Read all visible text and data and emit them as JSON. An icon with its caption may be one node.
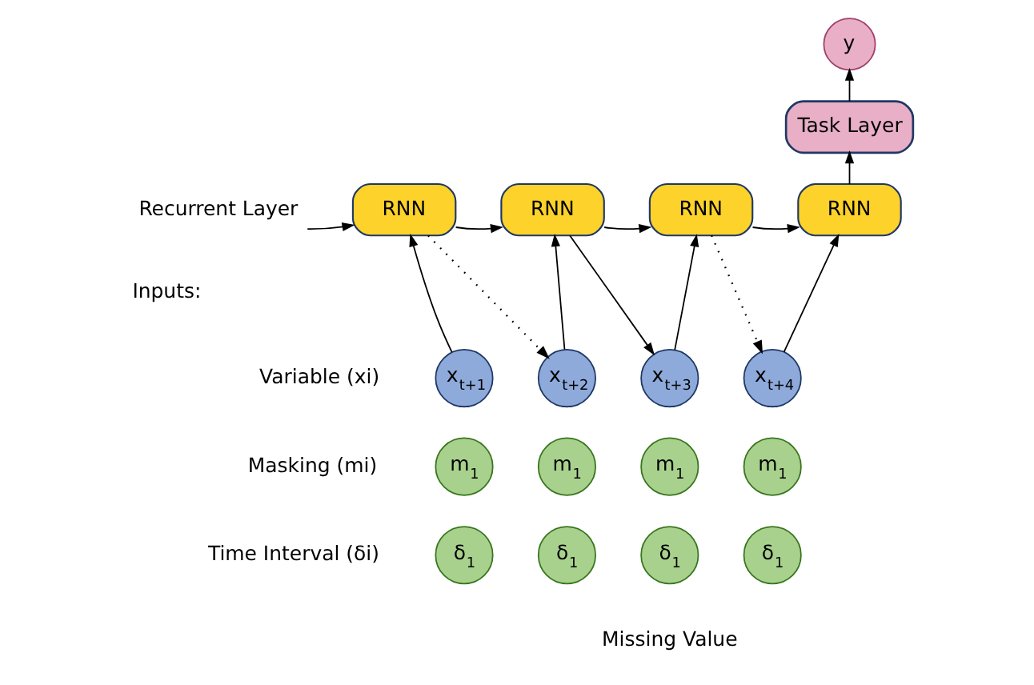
{
  "diagram": {
    "nodes": [
      {
        "text": [
          "y"
        ]
      },
      {
        "text": [
          "Task Layer"
        ]
      },
      {
        "text": [
          "Recurrent Layer"
        ]
      },
      {
        "text": [
          "RNN"
        ]
      },
      {
        "text": [
          "RNN"
        ]
      },
      {
        "text": [
          "RNN"
        ]
      },
      {
        "text": [
          "RNN"
        ]
      },
      {
        "text": [
          "x$_{t+1}$"
        ]
      },
      {
        "text": [
          "x$_{t+2}$"
        ]
      },
      {
        "text": [
          "x$_{t+3}$"
        ]
      },
      {
        "text": [
          "x$_{t+4}$"
        ]
      },
      {
        "text": [
          "m$_{1}$"
        ]
      },
      {
        "text": [
          "m$_{1}$"
        ]
      },
      {
        "text": [
          "m$_{1}$"
        ]
      },
      {
        "text": [
          "m$_{1}$"
        ]
      },
      {
        "text": [
          "δ$_{1}$"
        ]
      },
      {
        "text": [
          "δ$_{1}$"
        ]
      },
      {
        "text": [
          "δ$_{1}$"
        ]
      },
      {
        "text": [
          "δ$_{1}$"
        ]
      }
    ],
    "edges": [
      {
        "from": 2,
        "to": 3,
        "arrow": "to"
      },
      {
        "from": 3,
        "to": 4,
        "arrow": "to"
      },
      {
        "from": 4,
        "to": 5,
        "arrow": "to"
      },
      {
        "from": 5,
        "to": 6,
        "arrow": "to"
      },
      {
        "from": 6,
        "to": 1,
        "arrow": "to"
      },
      {
        "from": 1,
        "to": 0,
        "arrow": "to"
      },
      {
        "from": 7,
        "to": 3,
        "arrow": "to"
      },
      {
        "from": 8,
        "to": 4,
        "arrow": "to"
      },
      {
        "from": 9,
        "to": 5,
        "arrow": "to"
      },
      {
        "from": 10,
        "to": 6,
        "arrow": "to"
      },
      {
        "from": 3,
        "to": 8,
        "arrow": "to",
        "style": "dashed"
      },
      {
        "from": 4,
        "to": 9,
        "arrow": "to"
      },
      {
        "from": 5,
        "to": 10,
        "arrow": "to",
        "style": "dashed"
      }
    ],
    "labels": [
      "Inputs:",
      "Variable (xi)",
      "Masking (mi)",
      "Time Interval (δi)",
      "Missing Value"
    ]
  }
}
